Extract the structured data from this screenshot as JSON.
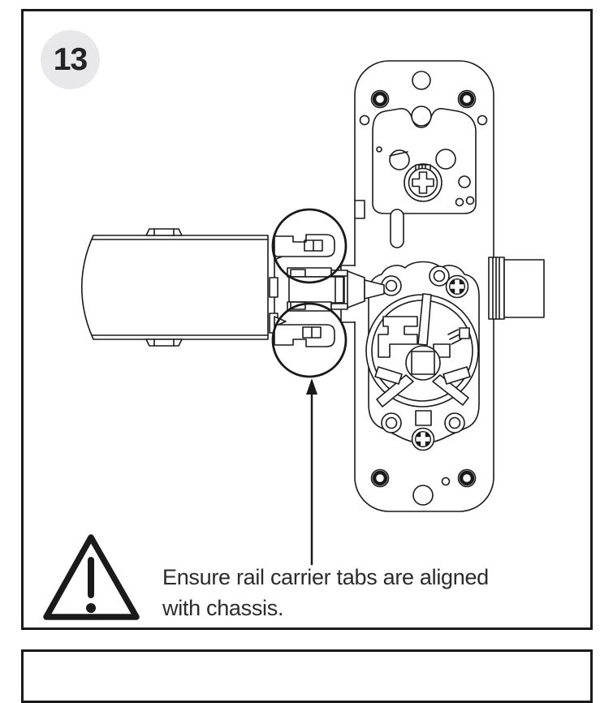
{
  "page": {
    "background_color": "#ffffff",
    "line_color": "#1a1a1a",
    "badge_fill_color": "#e8e8ea"
  },
  "step": {
    "number": "13"
  },
  "caption": {
    "line1": "Ensure rail carrier tabs are aligned",
    "line2": "with chassis."
  },
  "icons": {
    "warning": "warning-triangle-icon",
    "pointer": "up-arrow-icon"
  }
}
